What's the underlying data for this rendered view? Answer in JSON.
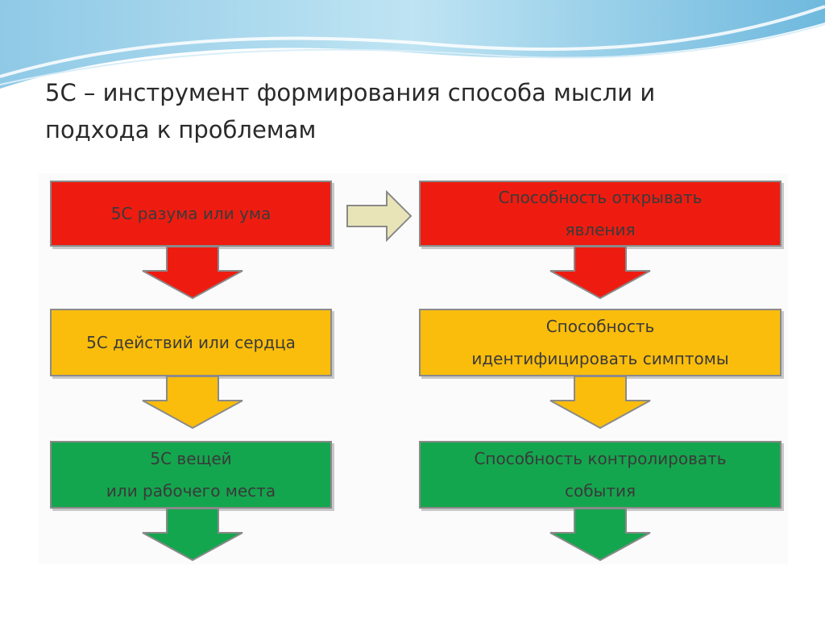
{
  "slide": {
    "title_line1": "5С – инструмент формирования способа мысли и",
    "title_line2": "подхода к проблемам"
  },
  "diagram": {
    "left_column": [
      {
        "lines": [
          "5С разума или ума"
        ],
        "color": "#ee1c10"
      },
      {
        "lines": [
          "5С действий или сердца"
        ],
        "color": "#fbbd0b"
      },
      {
        "lines": [
          "5С вещей",
          "или рабочего места"
        ],
        "color": "#14a64e"
      }
    ],
    "right_column": [
      {
        "lines": [
          "Способность открывать",
          "явления"
        ],
        "color": "#ee1c10"
      },
      {
        "lines": [
          "Способность",
          "идентифицировать симптомы"
        ],
        "color": "#fbbd0b"
      },
      {
        "lines": [
          "Способность контролировать",
          "события"
        ],
        "color": "#14a64e"
      }
    ],
    "connector_color": "#e8e4b8"
  }
}
